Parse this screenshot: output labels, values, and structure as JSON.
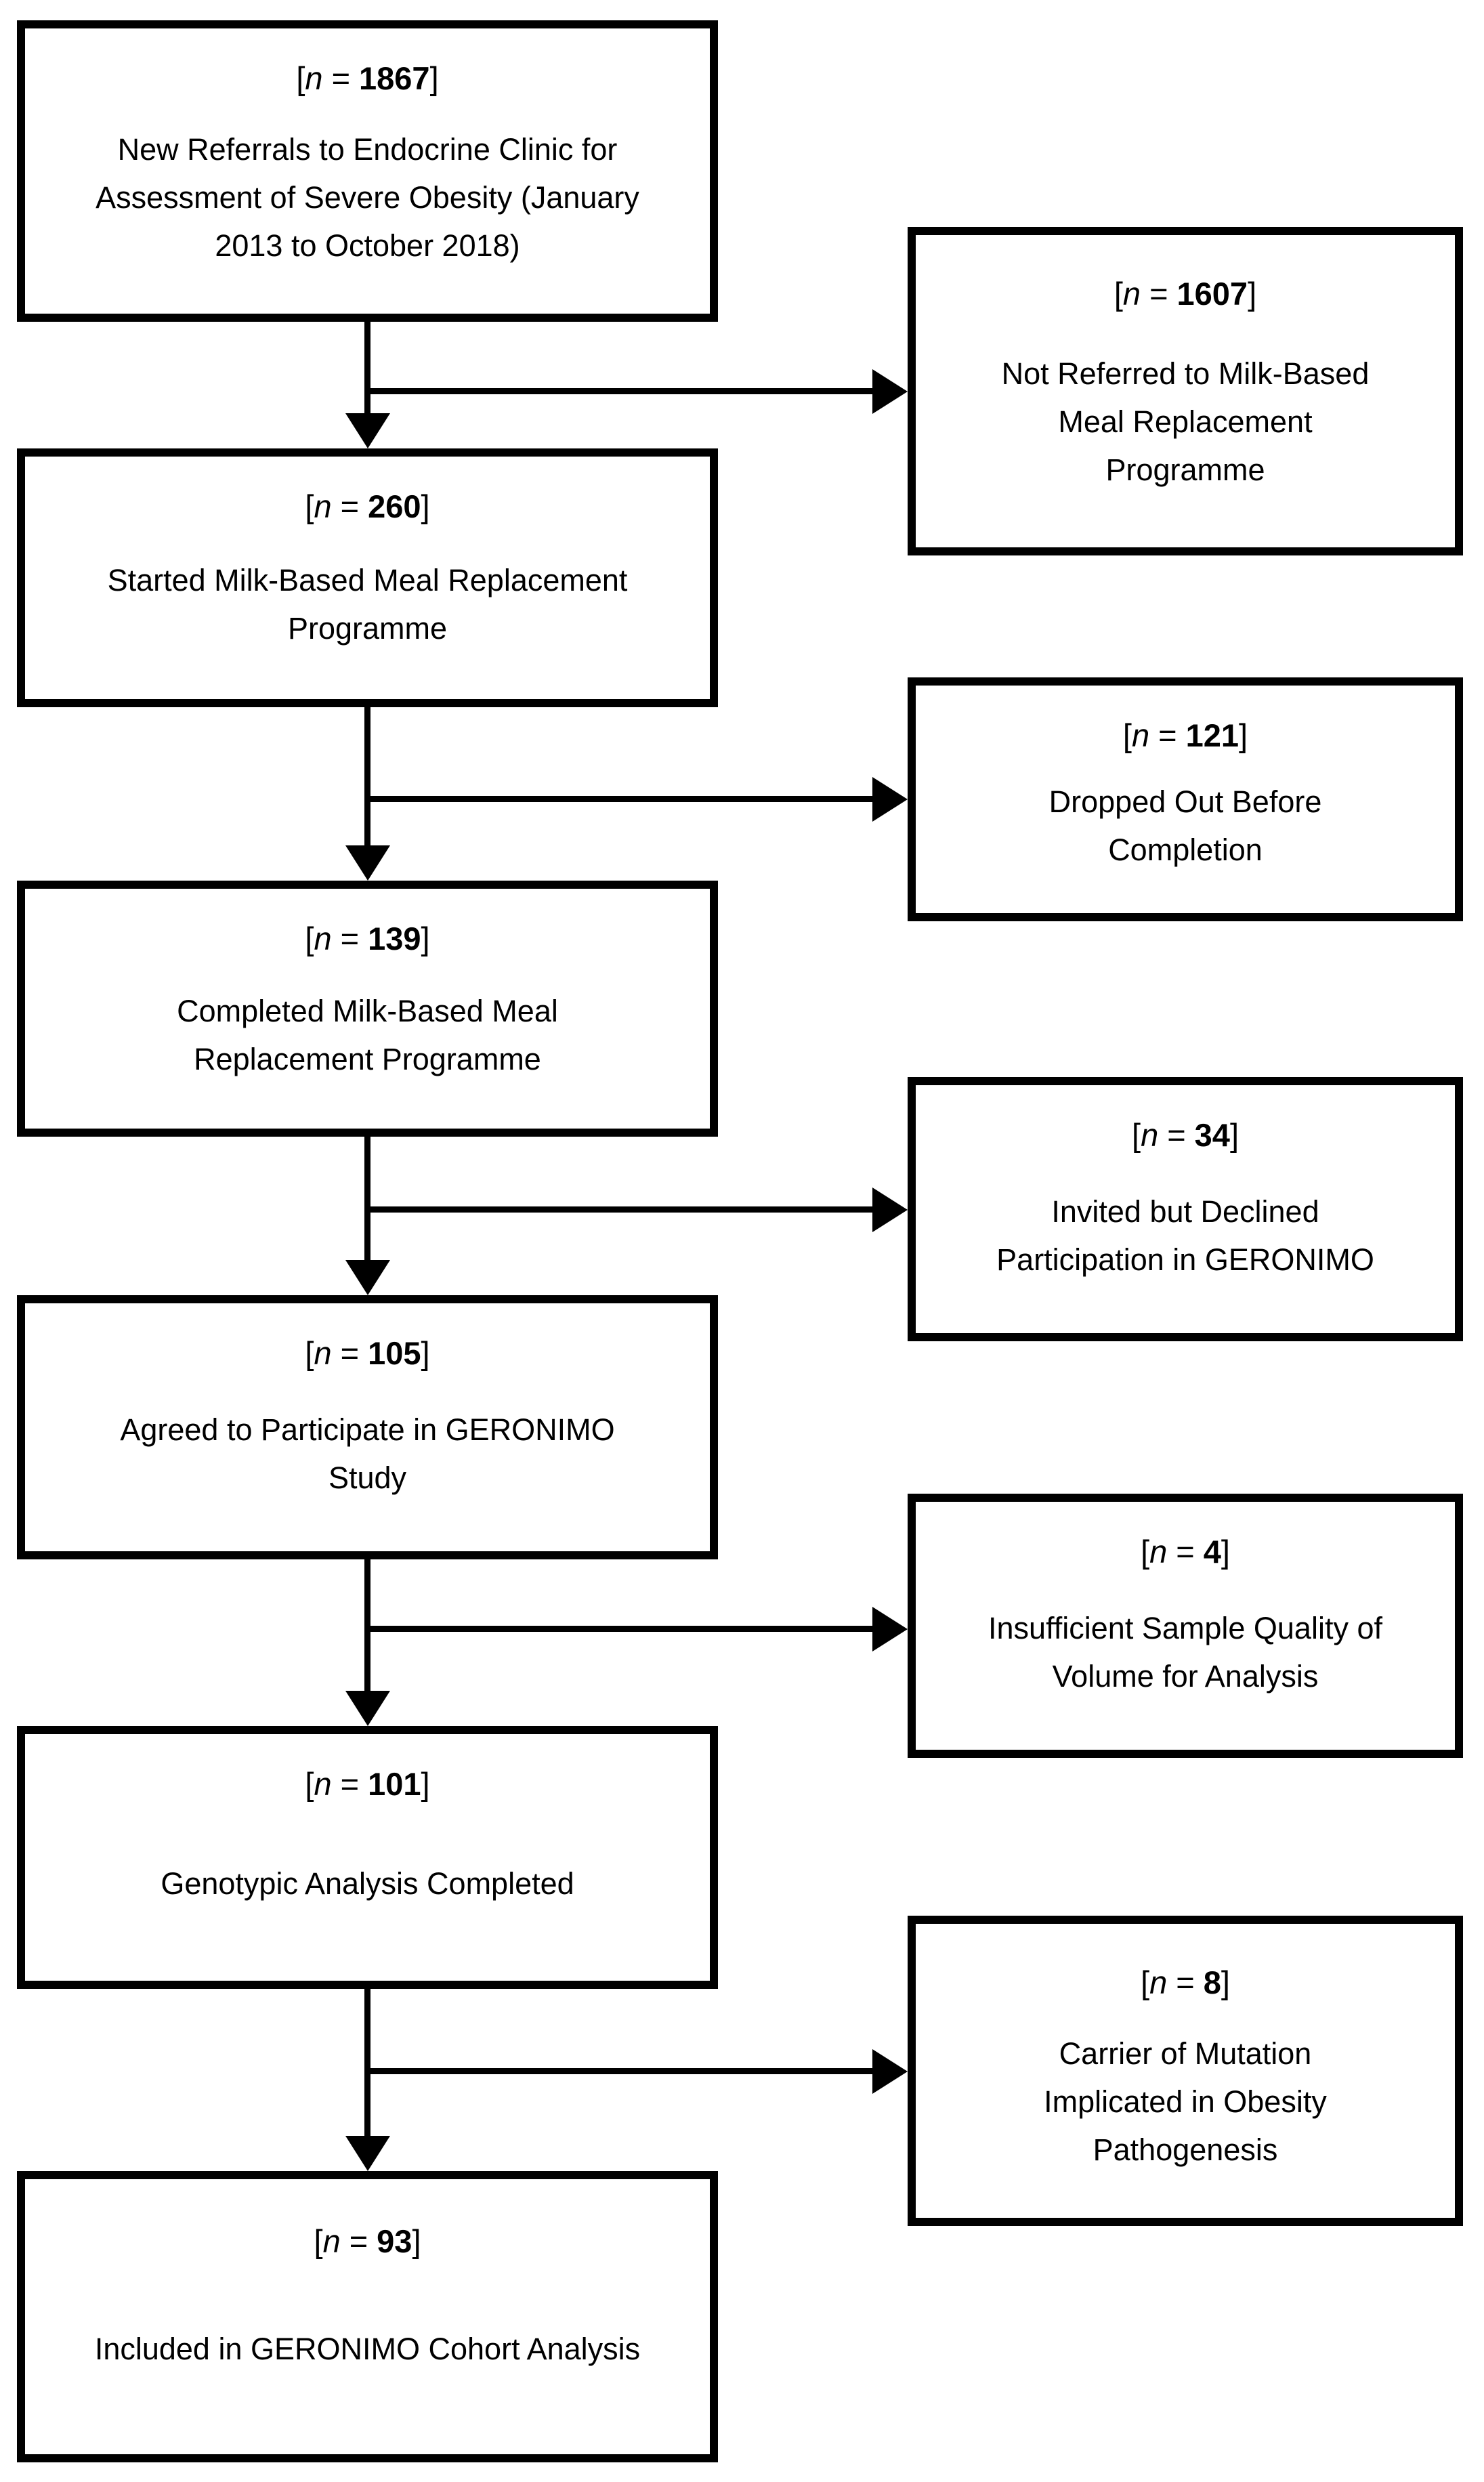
{
  "colors": {
    "ink": "#000000",
    "background": "#ffffff"
  },
  "tokens": {
    "open": "[",
    "var": "n",
    "eq": "=",
    "close": "]"
  },
  "flow": {
    "main_boxes": [
      {
        "n": "1867",
        "label": "New Referrals to Endocrine Clinic for\nAssessment of Severe Obesity (January\n2013 to October 2018)"
      },
      {
        "n": "260",
        "label": "Started Milk-Based Meal Replacement\nProgramme"
      },
      {
        "n": "139",
        "label": "Completed Milk-Based Meal\nReplacement Programme"
      },
      {
        "n": "105",
        "label": "Agreed to Participate in GERONIMO\nStudy"
      },
      {
        "n": "101",
        "label": "Genotypic Analysis Completed"
      },
      {
        "n": "93",
        "label": "Included in GERONIMO Cohort Analysis"
      }
    ],
    "side_boxes": [
      {
        "n": "1607",
        "label": "Not Referred to Milk-Based\nMeal Replacement\nProgramme"
      },
      {
        "n": "121",
        "label": "Dropped Out Before\nCompletion"
      },
      {
        "n": "34",
        "label": "Invited but Declined\nParticipation in GERONIMO"
      },
      {
        "n": "4",
        "label": "Insufficient Sample Quality of\nVolume for Analysis"
      },
      {
        "n": "8",
        "label": "Carrier of Mutation\nImplicated in Obesity\nPathogenesis"
      }
    ]
  }
}
